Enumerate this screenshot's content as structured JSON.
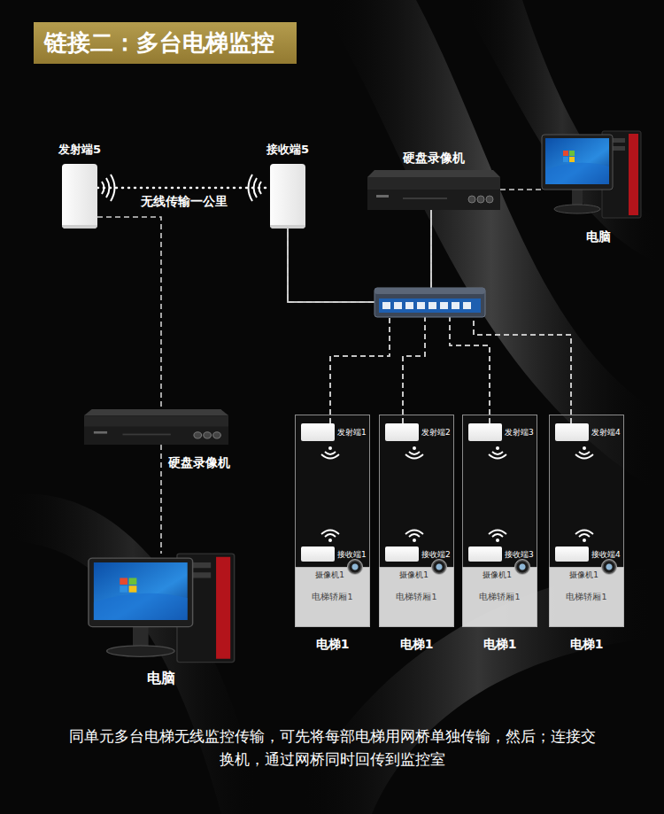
{
  "diagram": {
    "title": "链接二：多台电梯监控",
    "caption": "同单元多台电梯无线监控传输，可先将每部电梯用网桥单独传输，然后；连接交换机，通过网桥同时回传到监控室",
    "nodes": [
      {
        "text": [
          "发射端5"
        ]
      },
      {
        "text": [
          "接收端5"
        ]
      },
      {
        "text": [
          "硬盘录像机"
        ]
      },
      {
        "text": [
          "电脑"
        ]
      },
      {
        "text": [
          "硬盘录像机"
        ]
      },
      {
        "text": [
          "电梯1"
        ]
      },
      {
        "text": [
          "发射端1"
        ],
        "in": 5
      },
      {
        "text": [
          "接收端1"
        ],
        "in": 5
      },
      {
        "text": [
          "电梯轿厢1"
        ],
        "in": 5
      },
      {
        "text": [
          "摄像机1"
        ],
        "in": 8
      },
      {
        "text": [
          "电梯1"
        ]
      },
      {
        "text": [
          "发射端2"
        ],
        "in": 10
      },
      {
        "text": [
          "接收端2"
        ],
        "in": 10
      },
      {
        "text": [
          "电梯轿厢1"
        ],
        "in": 10
      },
      {
        "text": [
          "摄像机1"
        ],
        "in": 13
      },
      {
        "text": [
          "电梯1"
        ]
      },
      {
        "text": [
          "发射端3"
        ],
        "in": 15
      },
      {
        "text": [
          "接收端3"
        ],
        "in": 15
      },
      {
        "text": [
          "电梯轿厢1"
        ],
        "in": 15
      },
      {
        "text": [
          "摄像机1"
        ],
        "in": 18
      },
      {
        "text": [
          "电梯1"
        ]
      },
      {
        "text": [
          "发射端4"
        ],
        "in": 20
      },
      {
        "text": [
          "接收端4"
        ],
        "in": 20
      },
      {
        "text": [
          "电梯轿厢1"
        ],
        "in": 20
      },
      {
        "text": [
          "摄像机1"
        ],
        "in": 23
      },
      {
        "text": [
          "电脑"
        ]
      }
    ],
    "edges": [
      {
        "from": 0,
        "to": 1,
        "label": "无线传输一公里",
        "arrow": "none"
      },
      {
        "from": 0,
        "to": 4,
        "arrow": "none"
      },
      {
        "from": 2,
        "to": 3,
        "arrow": "none"
      },
      {
        "from": 4,
        "to": 25,
        "arrow": "none"
      },
      {
        "from": 1,
        "to": 2,
        "arrow": "none"
      },
      {
        "from": 6,
        "to": 1,
        "arrow": "none"
      },
      {
        "from": 11,
        "to": 1,
        "arrow": "none"
      },
      {
        "from": 16,
        "to": 1,
        "arrow": "none"
      },
      {
        "from": 21,
        "to": 1,
        "arrow": "none"
      },
      {
        "from": 6,
        "to": 2,
        "arrow": "none"
      },
      {
        "from": 11,
        "to": 2,
        "arrow": "none"
      },
      {
        "from": 16,
        "to": 2,
        "arrow": "none"
      },
      {
        "from": 21,
        "to": 2,
        "arrow": "none"
      }
    ]
  }
}
